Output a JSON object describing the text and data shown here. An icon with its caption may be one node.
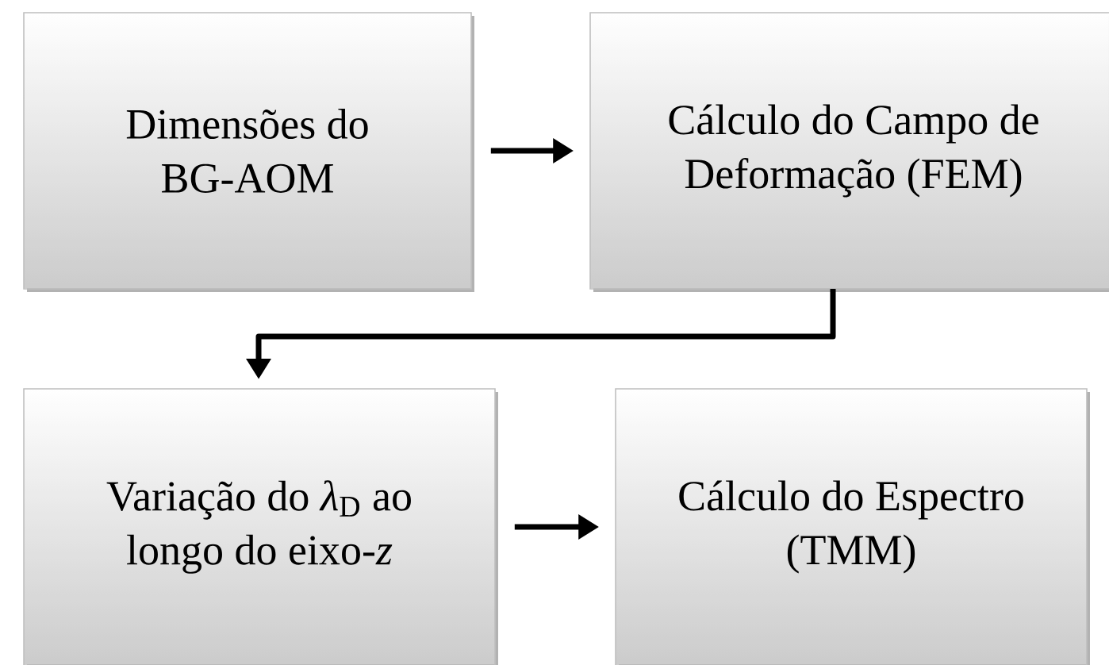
{
  "diagram": {
    "nodes": [
      {
        "text": [
          "Dimensões do BG-AOM"
        ]
      },
      {
        "text": [
          "Cálculo do Campo de Deformação (FEM)"
        ]
      },
      {
        "text": [
          "Variação do *λ*$_{D}$ ao longo do eixo-*z*"
        ]
      },
      {
        "text": [
          "Cálculo do Espectro (TMM)"
        ]
      }
    ],
    "edges": [
      {
        "from": 0,
        "to": 1,
        "arrow": "to"
      },
      {
        "from": 1,
        "to": 2,
        "arrow": "to"
      },
      {
        "from": 2,
        "to": 3,
        "arrow": "to"
      }
    ]
  }
}
